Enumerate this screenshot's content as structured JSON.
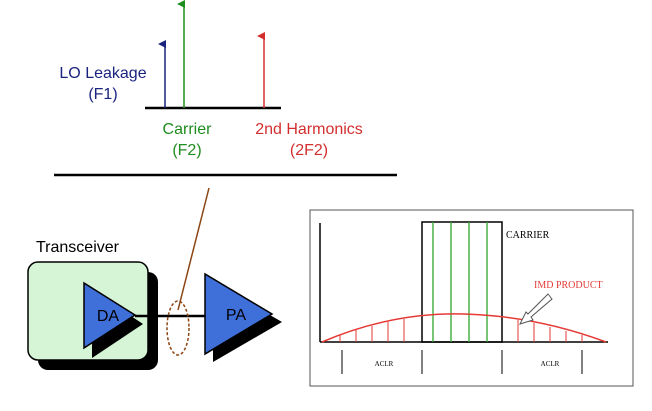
{
  "spectrum": {
    "lo_leakage": {
      "name": "LO Leakage",
      "freq": "(F1)",
      "color": "#1a237e"
    },
    "carrier": {
      "name": "Carrier",
      "freq": "(F2)",
      "color": "#1e8c1e"
    },
    "harmonic": {
      "name": "2nd Harmonics",
      "freq": "(2F2)",
      "color": "#d32f2f"
    }
  },
  "block_diagram": {
    "transceiver_label": "Transceiver",
    "da_label": "DA",
    "pa_label": "PA",
    "transceiver_fill": "#d6f5d6",
    "amp_fill": "#3f6fd8"
  },
  "inset": {
    "carrier_label": "CARRIER",
    "imd_label": "IMD PRODUCT",
    "aclr_left": "ACLR",
    "aclr_right": "ACLR",
    "imd_color": "#e53935",
    "carrier_line_color": "#2ea82e"
  }
}
